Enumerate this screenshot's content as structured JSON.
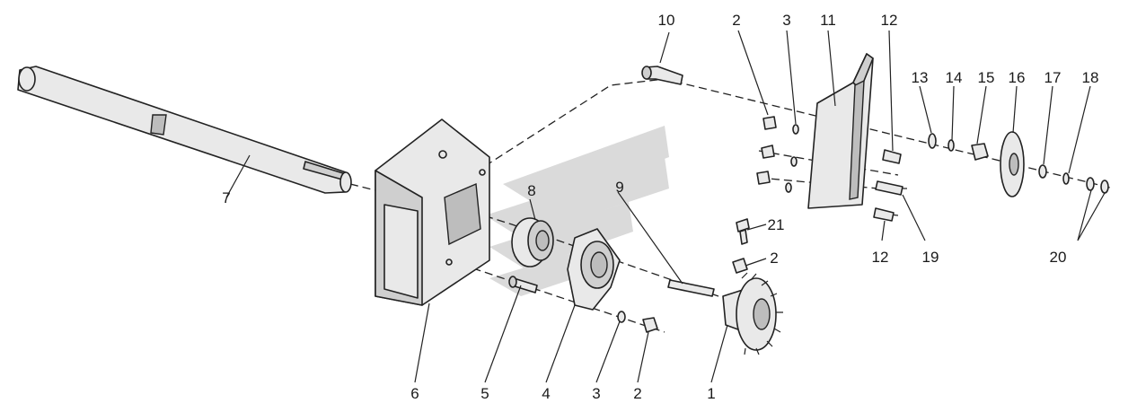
{
  "colors": {
    "line": "#222222",
    "part_fill": "#e9e9e9",
    "part_shade": "#bdbdbd",
    "watermark": "#dadada",
    "background": "#ffffff"
  },
  "callouts": {
    "c10": "10",
    "c2_top": "2",
    "c3_top": "3",
    "c11": "11",
    "c12_top": "12",
    "c13": "13",
    "c14": "14",
    "c15": "15",
    "c16": "16",
    "c17": "17",
    "c18": "18",
    "c7": "7",
    "c8": "8",
    "c9": "9",
    "c21": "21",
    "c2_mid": "2",
    "c12_bot": "12",
    "c19": "19",
    "c20": "20",
    "c6": "6",
    "c5": "5",
    "c4": "4",
    "c3_bot": "3",
    "c2_bot": "2",
    "c1": "1"
  }
}
